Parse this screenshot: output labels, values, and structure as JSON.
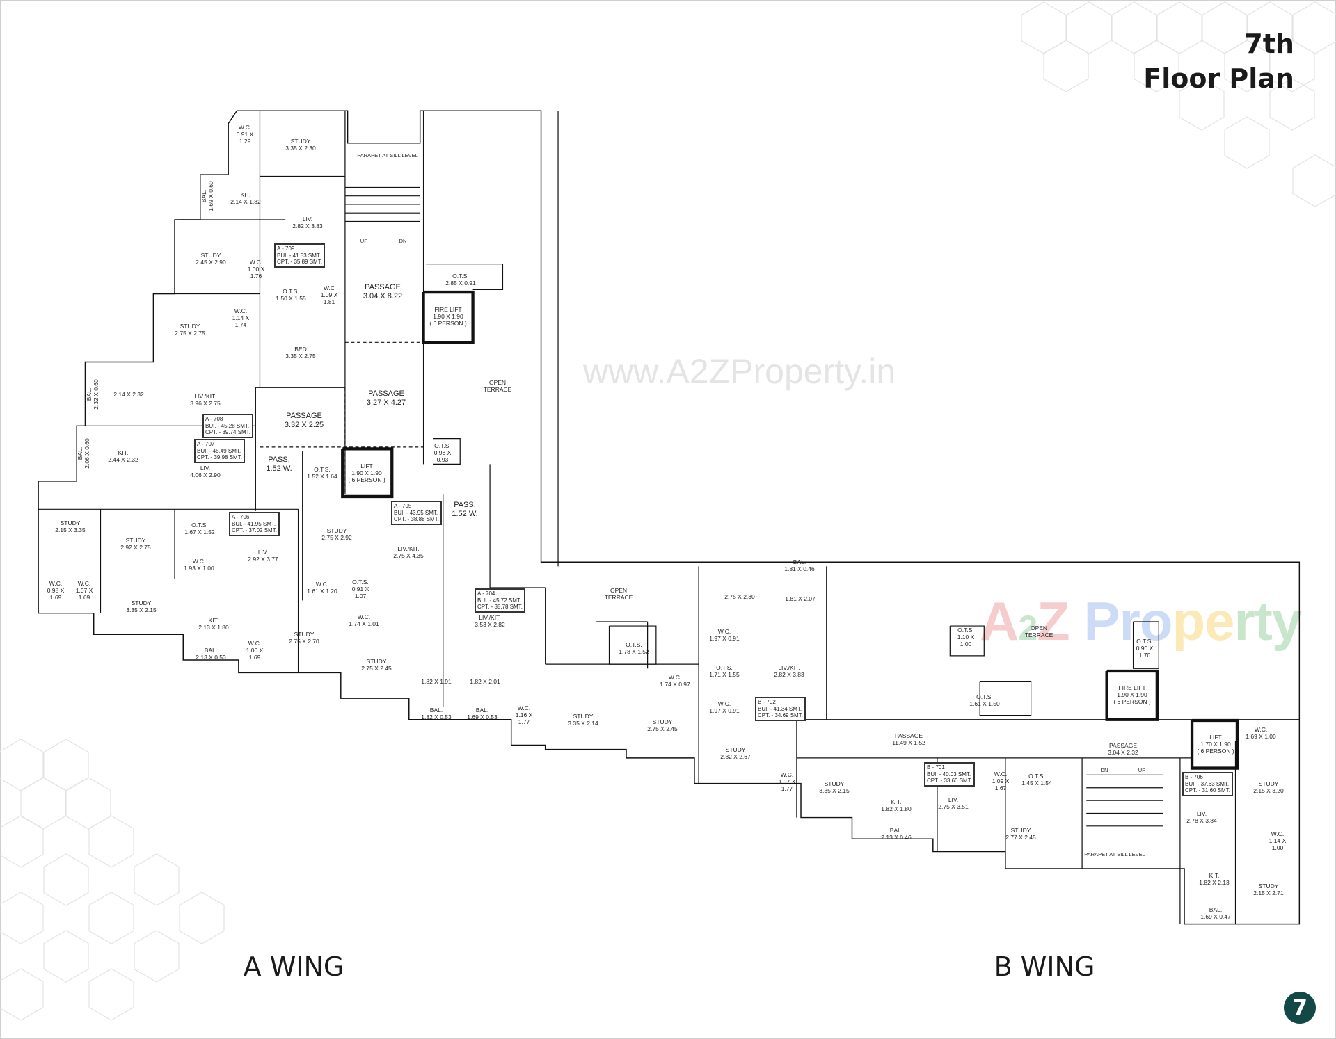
{
  "title": {
    "line1": "7th",
    "line2": "Floor Plan"
  },
  "wings": {
    "a": "A WING",
    "b": "B WING"
  },
  "page_number": "7",
  "watermarks": {
    "url": "www.A2ZProperty.in",
    "logo": "A2Z Property"
  },
  "colors": {
    "badge": "#124845",
    "walls": "#111111",
    "pattern": "#e3e3e3",
    "logo": [
      "#e05050",
      "#3ba84a",
      "#4a7fe0",
      "#f2b400"
    ]
  },
  "rooms": [
    [
      "W.C.",
      "0.91 X",
      "1.29"
    ],
    [
      "STUDY",
      "3.35 X 2.30"
    ],
    [
      "KIT.",
      "2.14 X 1.82"
    ],
    [
      "BAL.",
      "1.69 X 0.60"
    ],
    [
      "LIV.",
      "2.82 X 3.83"
    ],
    [
      "STUDY",
      "2.45 X 2.90"
    ],
    [
      "W.C.",
      "1.00 X",
      "1.76"
    ],
    [
      "O.T.S.",
      "1.50 X 1.55"
    ],
    [
      "W.C",
      "1.09 X",
      "1.81"
    ],
    [
      "W.C.",
      "1.14 X",
      "1.74"
    ],
    [
      "STUDY",
      "2.75 X 2.75"
    ],
    [
      "BED",
      "3.35 X 2.75"
    ],
    [
      "BAL.",
      "2.32 X 0.60"
    ],
    [
      "2.14 X 2.32"
    ],
    [
      "LIV./KIT.",
      "3.96 X 2.75"
    ],
    [
      "PASSAGE",
      "3.32 X 2.25"
    ],
    [
      "BAL.",
      "2.06 X 0.60"
    ],
    [
      "KIT.",
      "2.44 X 2.32"
    ],
    [
      "LIV.",
      "4.06 X 2.90"
    ],
    [
      "PASS.",
      "1.52 W."
    ],
    [
      "O.T.S.",
      "1.52 X 1.64"
    ],
    [
      "STUDY",
      "2.15 X 3.35"
    ],
    [
      "STUDY",
      "2.92 X 2.75"
    ],
    [
      "O.T.S.",
      "1.67 X 1.52"
    ],
    [
      "W.C.",
      "1.93 X 1.00"
    ],
    [
      "LIV.",
      "2.92 X 3.77"
    ],
    [
      "W.C.",
      "0.98 X",
      "1.69"
    ],
    [
      "W.C.",
      "1.07 X",
      "1.69"
    ],
    [
      "STUDY",
      "3.35 X 2.15"
    ],
    [
      "KIT.",
      "2.13 X 1.80"
    ],
    [
      "BAL.",
      "2.13 X 0.53"
    ],
    [
      "W.C.",
      "1.00 X",
      "1.69"
    ],
    [
      "STUDY",
      "2.75 X 2.70"
    ],
    [
      "W.C.",
      "1.61 X 1.20"
    ],
    [
      "PASSAGE",
      "3.27 X 4.27"
    ],
    [
      "OPEN",
      "TERRACE"
    ],
    [
      "O.T.S.",
      "0.98 X",
      "0.93"
    ],
    [
      "LIFT",
      "1.90 X 1.90",
      "( 6 PERSON )"
    ],
    [
      "STUDY",
      "2.75 X 2.92"
    ],
    [
      "PASS.",
      "1.52 W."
    ],
    [
      "LIV./KIT.",
      "2.75 X 4.35"
    ],
    [
      "O.T.S.",
      "0.91 X",
      "1.07"
    ],
    [
      "W.C.",
      "1.74 X 1.01"
    ],
    [
      "LIV./KIT.",
      "3.53 X 2.82"
    ],
    [
      "STUDY",
      "2.75 X 2.45"
    ],
    [
      "1.82 X 1.91"
    ],
    [
      "1.82 X 2.01"
    ],
    [
      "BAL.",
      "1.82 X 0.53"
    ],
    [
      "BAL.",
      "1.69 X 0.53"
    ],
    [
      "W.C.",
      "1.16 X",
      "1.77"
    ],
    [
      "PASSAGE",
      "3.04 X 8.22"
    ],
    [
      "O.T.S.",
      "2.85 X 0.91"
    ],
    [
      "FIRE LIFT",
      "1.90 X 1.90",
      "( 6 PERSON )"
    ],
    [
      "BAL.",
      "1.81 X 0.46"
    ],
    [
      "2.75 X 2.30"
    ],
    [
      "1.81 X 2.07"
    ],
    [
      "OPEN",
      "TERRACE"
    ],
    [
      "W.C.",
      "1.97 X 0.91"
    ],
    [
      "O.T.S.",
      "1.78 X 1.52"
    ],
    [
      "O.T.S.",
      "1.71 X 1.55"
    ],
    [
      "W.C.",
      "1.74 X 0.97"
    ],
    [
      "LIV./KIT.",
      "2.82 X 3.83"
    ],
    [
      "W.C.",
      "1.97 X 0.91"
    ],
    [
      "STUDY",
      "3.35 X 2.14"
    ],
    [
      "STUDY",
      "2.75 X 2.45"
    ],
    [
      "STUDY",
      "2.82 X 2.67"
    ],
    [
      "W.C.",
      "1.07 X",
      "1.77"
    ],
    [
      "PASSAGE",
      "11.49 X 1.52"
    ],
    [
      "O.T.S.",
      "1.61 X 1.50"
    ],
    [
      "STUDY",
      "3.35 X 2.15"
    ],
    [
      "KIT.",
      "1.82 X 1.80"
    ],
    [
      "BAL.",
      "2.13 X 0.46"
    ],
    [
      "LIV.",
      "2.75 X 3.51"
    ],
    [
      "W.C.",
      "1.09 X",
      "1.67"
    ],
    [
      "O.T.S.",
      "1.45 X 1.54"
    ],
    [
      "STUDY",
      "2.77 X 2.45"
    ],
    [
      "O.T.S.",
      "0.90 X",
      "1.70"
    ],
    [
      "FIRE LIFT",
      "1.90 X 1.90",
      "( 6 PERSON )"
    ],
    [
      "PASSAGE",
      "3.04 X 2.32"
    ],
    [
      "LIFT",
      "1.70 X 1.90",
      "( 6 PERSON )"
    ],
    [
      "W.C.",
      "1.69 X 1.00"
    ],
    [
      "STUDY",
      "2.15 X 3.20"
    ],
    [
      "LIV.",
      "2.78 X 3.84"
    ],
    [
      "W.C.",
      "1.14 X",
      "1.00"
    ],
    [
      "KIT.",
      "1.82 X 2.13"
    ],
    [
      "STUDY",
      "2.15 X 2.71"
    ],
    [
      "BAL.",
      "1.69 X 0.47"
    ],
    [
      "O.T.S.",
      "1.10 X",
      "1.00"
    ],
    [
      "OPEN",
      "TERRACE"
    ]
  ],
  "unit_tags": [
    {
      "unit": "A - 709",
      "bui": "BUI. - 41.53 SMT.",
      "cpt": "CPT. - 35.89 SMT."
    },
    {
      "unit": "A - 708",
      "bui": "BUI. - 45.28 SMT.",
      "cpt": "CPT. - 39.74 SMT."
    },
    {
      "unit": "A - 707",
      "bui": "BUI. - 45.49 SMT.",
      "cpt": "CPT. - 39.98 SMT."
    },
    {
      "unit": "A - 706",
      "bui": "BUI. - 41.95 SMT.",
      "cpt": "CPT. - 37.02 SMT."
    },
    {
      "unit": "A - 705",
      "bui": "BUI. - 43.95 SMT.",
      "cpt": "CPT. - 38.88 SMT."
    },
    {
      "unit": "A - 704",
      "bui": "BUI. - 45.72 SMT.",
      "cpt": "CPT. - 38.78 SMT."
    },
    {
      "unit": "B - 702",
      "bui": "BUI. - 41.34 SMT.",
      "cpt": "CPT. - 34.69 SMT."
    },
    {
      "unit": "B - 701",
      "bui": "BUI. - 40.03 SMT.",
      "cpt": "CPT. - 33.60 SMT."
    },
    {
      "unit": "B - 706",
      "bui": "BUI. - 37.63 SMT.",
      "cpt": "CPT. - 31.60 SMT."
    }
  ],
  "annotations": [
    "UP",
    "DN",
    "PARAPET AT SILL LEVEL",
    "DN",
    "UP",
    "PARAPET AT SILL LEVEL"
  ]
}
